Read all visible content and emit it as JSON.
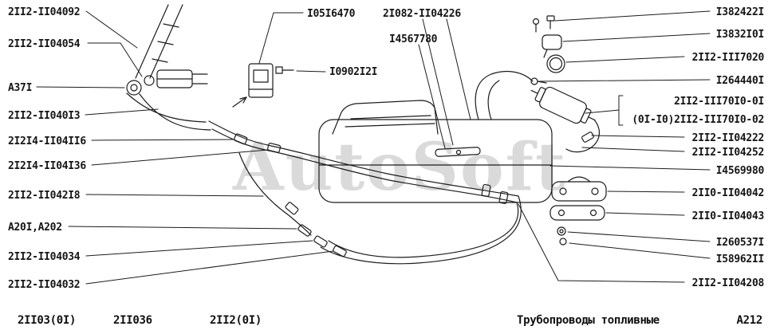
{
  "watermark": "AutoSoft",
  "colors": {
    "line": "#1c1c1c",
    "watermark": "#bdbdbd",
    "background": "#ffffff"
  },
  "labels": {
    "left": [
      "2II2-II04092",
      "2II2-II04054",
      "A37I",
      "2II2-II040I3",
      "2I2I4-II04II6",
      "2I2I4-II04I36",
      "2II2-II042I8",
      "A20I,A202",
      "2II2-II04034",
      "2II2-II04032"
    ],
    "top": [
      "I05I6470",
      "2I082-II04226",
      "I4567780",
      "I0902I2I"
    ],
    "right": [
      "I382422I",
      "I3832I0I",
      "2II2-III7020",
      "I264440I",
      "2II2-III70I0-0I",
      "(0I-I0)2II2-III70I0-02",
      "2II2-II04222",
      "2II2-II04252",
      "I4569980",
      "2II0-II04042",
      "2II0-II04043",
      "I260537I",
      "I58962II",
      "2II2-II04208"
    ]
  },
  "footer": {
    "models": [
      "2II03(0I)",
      "2II036",
      "2II2(0I)"
    ],
    "title": "Трубопроводы топливные",
    "page_code": "A212"
  }
}
